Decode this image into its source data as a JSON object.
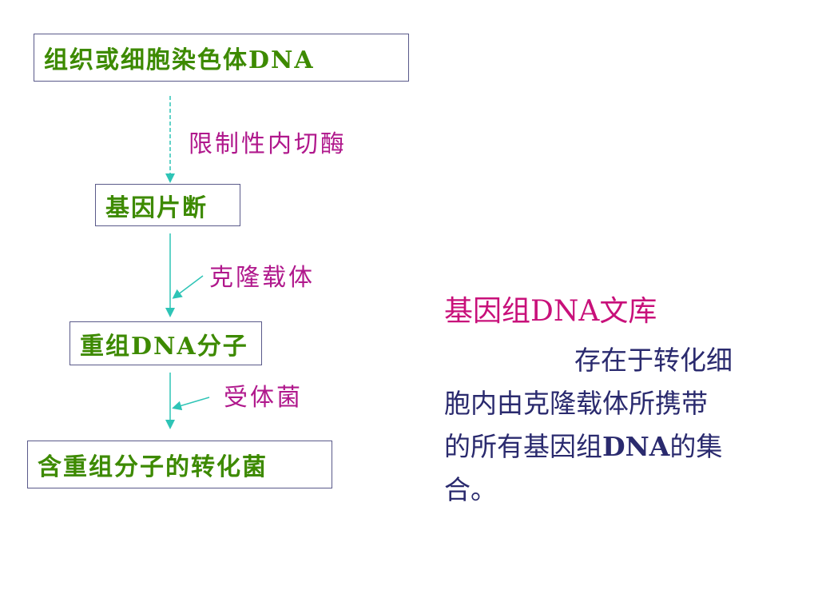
{
  "diagram": {
    "title": "组织或细胞染色体DNA",
    "nodes": [
      {
        "id": "n1",
        "label": "组织或细胞染色体DNA"
      },
      {
        "id": "n2",
        "label": "基因片断"
      },
      {
        "id": "n3",
        "label": "重组DNA分子"
      },
      {
        "id": "n4",
        "label": "含重组分子的转化菌"
      }
    ],
    "edges": [
      {
        "from": "n1",
        "to": "n2",
        "label": "限制性内切酶"
      },
      {
        "from": "n2",
        "to": "n3",
        "label": "克隆载体"
      },
      {
        "from": "n3",
        "to": "n4",
        "label": "受体菌"
      }
    ],
    "colors": {
      "node_text": "#3d8a00",
      "node_border": "#5a5a8a",
      "edge_label": "#b0188c",
      "arrow": "#2ec4b6",
      "library_title": "#c8107a",
      "library_text": "#2a2a6e"
    }
  },
  "library": {
    "title": "基因组DNA文库",
    "desc_line1": "存在于转化细",
    "desc_line2": "胞内由克隆载体所携带",
    "desc_line3_a": "的所有基因组",
    "desc_line3_dna": "DNA",
    "desc_line3_b": "的集",
    "desc_line4": "合。"
  }
}
